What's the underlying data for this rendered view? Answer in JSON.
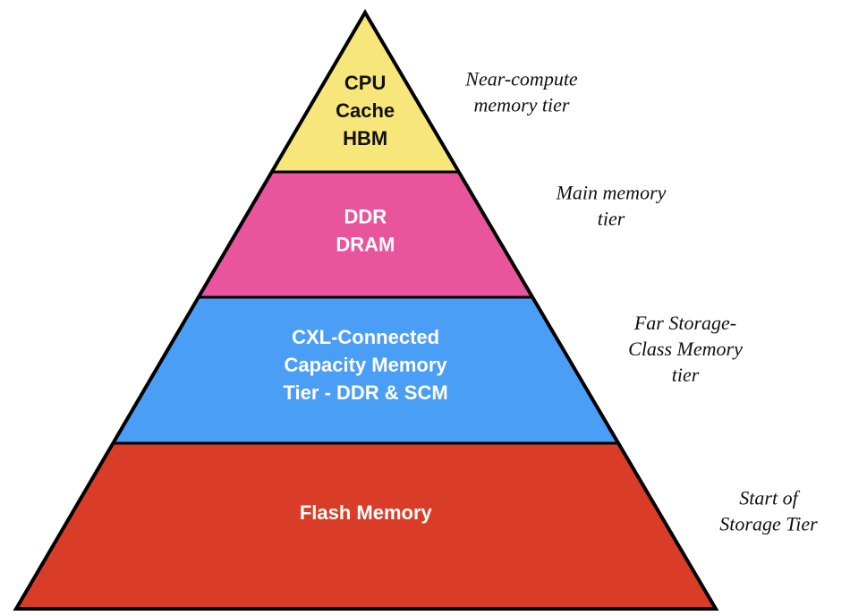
{
  "tiers": [
    {
      "id": "cpu-cache-hbm",
      "lines": [
        "CPU",
        "Cache",
        "HBM"
      ],
      "color": "#f7e77a",
      "text_color": "dark",
      "side_lines": [
        "Near-compute",
        "memory tier"
      ]
    },
    {
      "id": "ddr-dram",
      "lines": [
        "DDR",
        "DRAM"
      ],
      "color": "#e8559c",
      "text_color": "light",
      "side_lines": [
        "Main memory",
        "tier"
      ]
    },
    {
      "id": "cxl-capacity",
      "lines": [
        "CXL-Connected",
        "Capacity Memory",
        "Tier - DDR & SCM"
      ],
      "color": "#4b9ef5",
      "text_color": "light",
      "side_lines": [
        "Far Storage-",
        "Class Memory",
        "tier"
      ]
    },
    {
      "id": "flash-memory",
      "lines": [
        "Flash Memory"
      ],
      "color": "#d93c27",
      "text_color": "light",
      "side_lines": [
        "Start of",
        "Storage Tier"
      ]
    }
  ],
  "outline_color": "#000000"
}
